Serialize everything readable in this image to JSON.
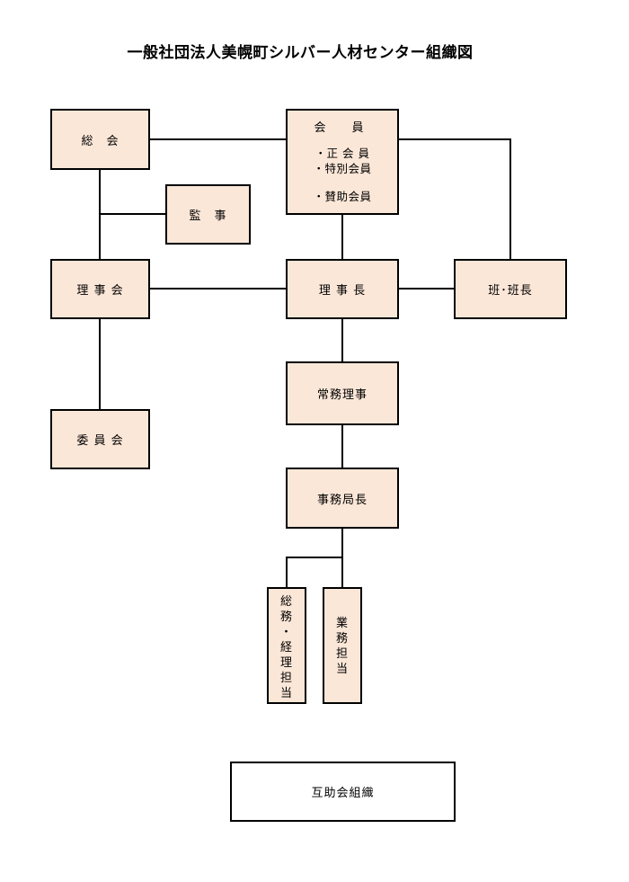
{
  "title": "一般社団法人美幌町シルバー人材センター組織図",
  "nodes": {
    "soukai": "総　会",
    "kansa": "監　事",
    "rijikai": "理 事 会",
    "iinkai": "委 員 会",
    "kaiin": {
      "title": "会　員",
      "items": [
        "・正 会 員",
        "・特別会員",
        "・賛助会員"
      ]
    },
    "rijicho": "理 事 長",
    "hancho": "班･班長",
    "jomu": "常務理事",
    "jimukyokucho": "事務局長",
    "somu_keiri": [
      "総",
      "務",
      "・",
      "経",
      "理",
      "担",
      "当"
    ],
    "gyomu": [
      "業",
      "務",
      "担",
      "当"
    ],
    "gojokai": "互助会組織"
  }
}
